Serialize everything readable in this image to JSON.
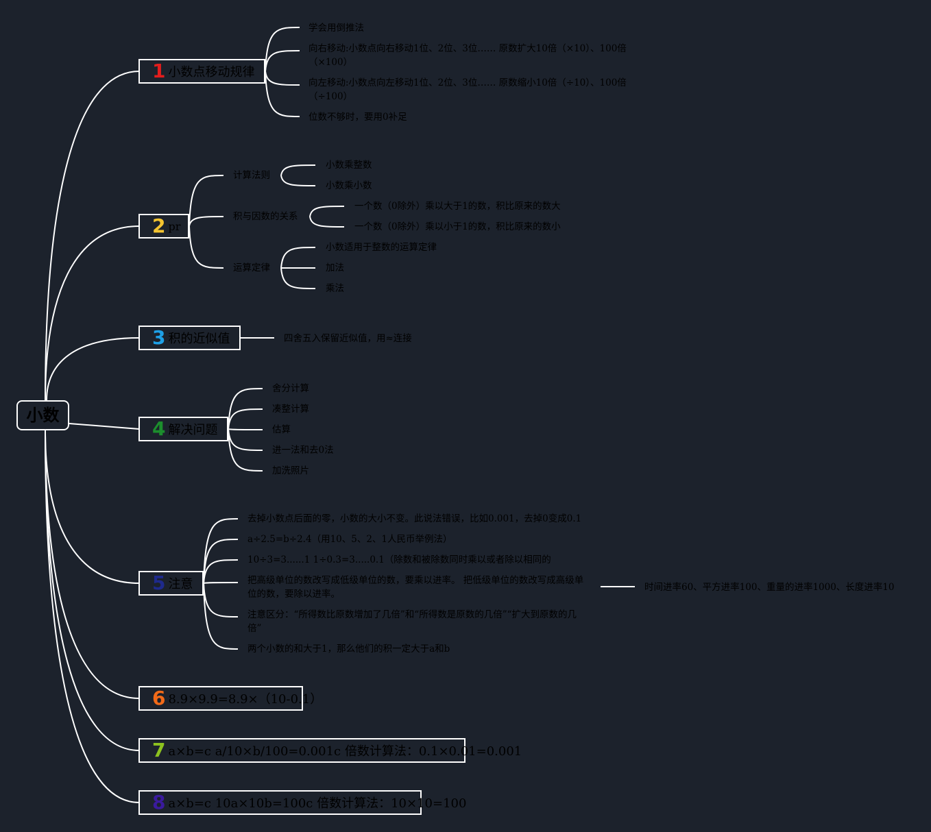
{
  "colors": {
    "background": "#1c222c",
    "lines": "#ffffff",
    "text": "#000000",
    "num1": "#e31d1d",
    "num2": "#f4c430",
    "num3": "#1ea0e6",
    "num4": "#1c8e2d",
    "num5": "#1e2a8c",
    "num6": "#f26a18",
    "num7": "#8dc21f",
    "num8": "#3a1a9e"
  },
  "root": {
    "label": "小数"
  },
  "topics": [
    {
      "num": "1",
      "label": "小数点移动规律",
      "items": [
        "学会用倒推法",
        "向右移动:小数点向右移动1位、2位、3位…… 原数扩大10倍（×10）、100倍（×100）",
        "向左移动:小数点向左移动1位、2位、3位…… 原数缩小10倍（÷10）、100倍（÷100）",
        "位数不够时，要用0补足"
      ]
    },
    {
      "num": "2",
      "label": "pr",
      "subs": [
        {
          "label": "计算法则",
          "items": [
            "小数乘整数",
            "小数乘小数"
          ]
        },
        {
          "label": "积与因数的关系",
          "items": [
            "一个数（0除外）乘以大于1的数，积比原来的数大",
            "一个数（0除外）乘以小于1的数，积比原来的数小"
          ]
        },
        {
          "label": "运算定律",
          "items": [
            "小数适用于整数的运算定律",
            "加法",
            "乘法"
          ]
        }
      ]
    },
    {
      "num": "3",
      "label": "积的近似值",
      "items": [
        "四舍五入保留近似值，用≈连接"
      ]
    },
    {
      "num": "4",
      "label": "解决问题",
      "items": [
        "舍分计算",
        "凑整计算",
        "估算",
        "进一法和去0法",
        "加洗照片"
      ]
    },
    {
      "num": "5",
      "label": "注意",
      "items": [
        "去掉小数点后面的零，小数的大小不变。此说法错误，比如0.001，去掉0变成0.1",
        "a÷2.5=b÷2.4（用10、5、2、1人民币举例法）",
        "10÷3=3......1 1÷0.3=3.....0.1（除数和被除数同时乘以或者除以相同的",
        "把高级单位的数改写成低级单位的数，要乘以进率。 把低级单位的数改写成高级单位的数，要除以进率。",
        "注意区分：“所得数比原数增加了几倍”和“所得数是原数的几倍”“扩大到原数的几倍”",
        "两个小数的和大于1，那么他们的积一定大于a和b"
      ],
      "note": "时间进率60、平方进率100、重量的进率1000、长度进率10"
    },
    {
      "num": "6",
      "label": "8.9×9.9=8.9×（10-0.1）"
    },
    {
      "num": "7",
      "label": "a×b=c a/10×b/100=0.001c 倍数计算法：0.1×0.01=0.001"
    },
    {
      "num": "8",
      "label": "a×b=c 10a×10b=100c 倍数计算法：10×10=100"
    }
  ]
}
